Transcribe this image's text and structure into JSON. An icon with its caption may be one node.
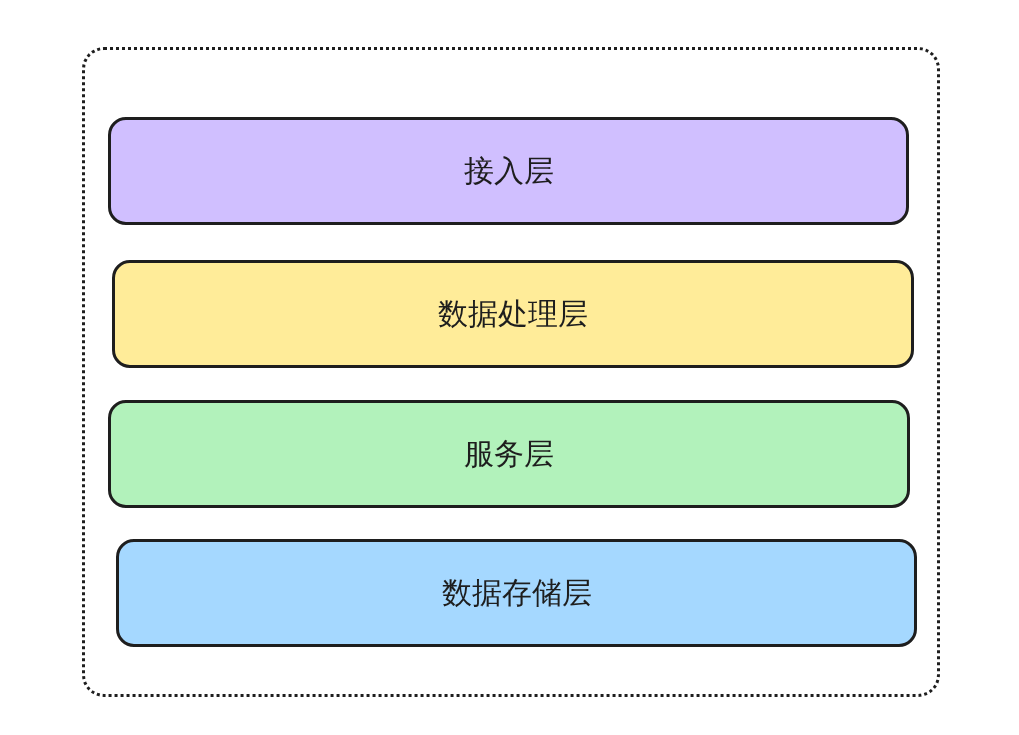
{
  "diagram": {
    "nodes": [
      {
        "text": [],
        "shape": "box"
      },
      {
        "text": [
          "接入层"
        ],
        "in": 0
      },
      {
        "text": [
          "数据处理层"
        ],
        "in": 0
      },
      {
        "text": [
          "服务层"
        ],
        "in": 0
      },
      {
        "text": [
          "数据存储层"
        ],
        "in": 0
      }
    ]
  }
}
